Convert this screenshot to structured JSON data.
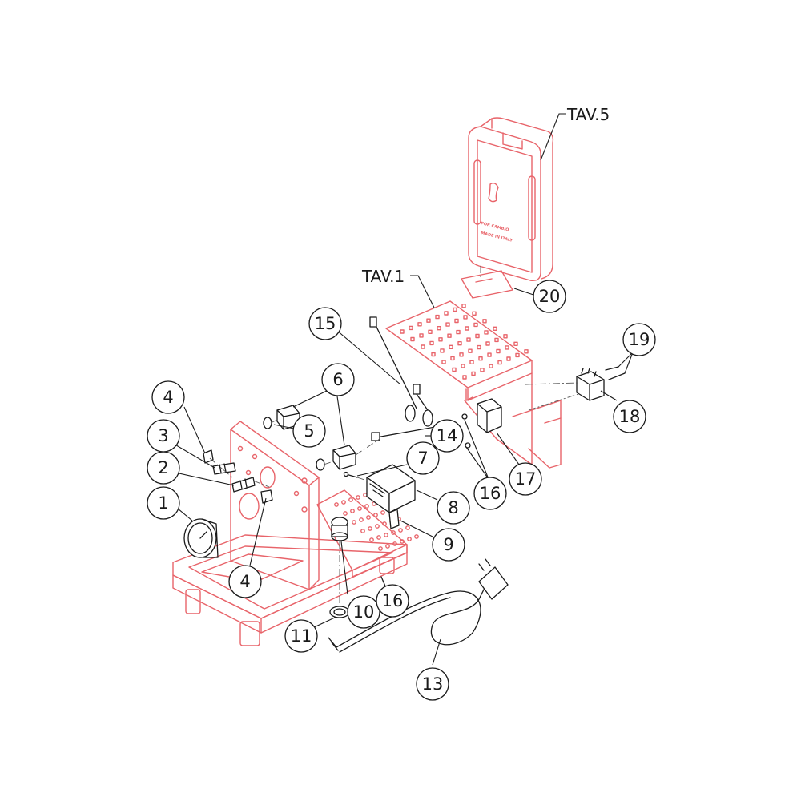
{
  "diagram": {
    "callouts": [
      {
        "id": "1",
        "label": "1"
      },
      {
        "id": "2",
        "label": "2"
      },
      {
        "id": "3",
        "label": "3"
      },
      {
        "id": "4a",
        "label": "4"
      },
      {
        "id": "4b",
        "label": "4"
      },
      {
        "id": "5",
        "label": "5"
      },
      {
        "id": "6",
        "label": "6"
      },
      {
        "id": "7",
        "label": "7"
      },
      {
        "id": "8",
        "label": "8"
      },
      {
        "id": "9",
        "label": "9"
      },
      {
        "id": "10",
        "label": "10"
      },
      {
        "id": "11",
        "label": "11"
      },
      {
        "id": "13",
        "label": "13"
      },
      {
        "id": "14",
        "label": "14"
      },
      {
        "id": "15",
        "label": "15"
      },
      {
        "id": "16a",
        "label": "16"
      },
      {
        "id": "16b",
        "label": "16"
      },
      {
        "id": "17",
        "label": "17"
      },
      {
        "id": "18",
        "label": "18"
      },
      {
        "id": "19",
        "label": "19"
      },
      {
        "id": "20",
        "label": "20"
      }
    ],
    "references": {
      "tav5": "TAV.5",
      "tav1": "TAV.1"
    },
    "colors": {
      "part_outline": "#e8646a",
      "component_outline": "#1a1a1a"
    }
  }
}
